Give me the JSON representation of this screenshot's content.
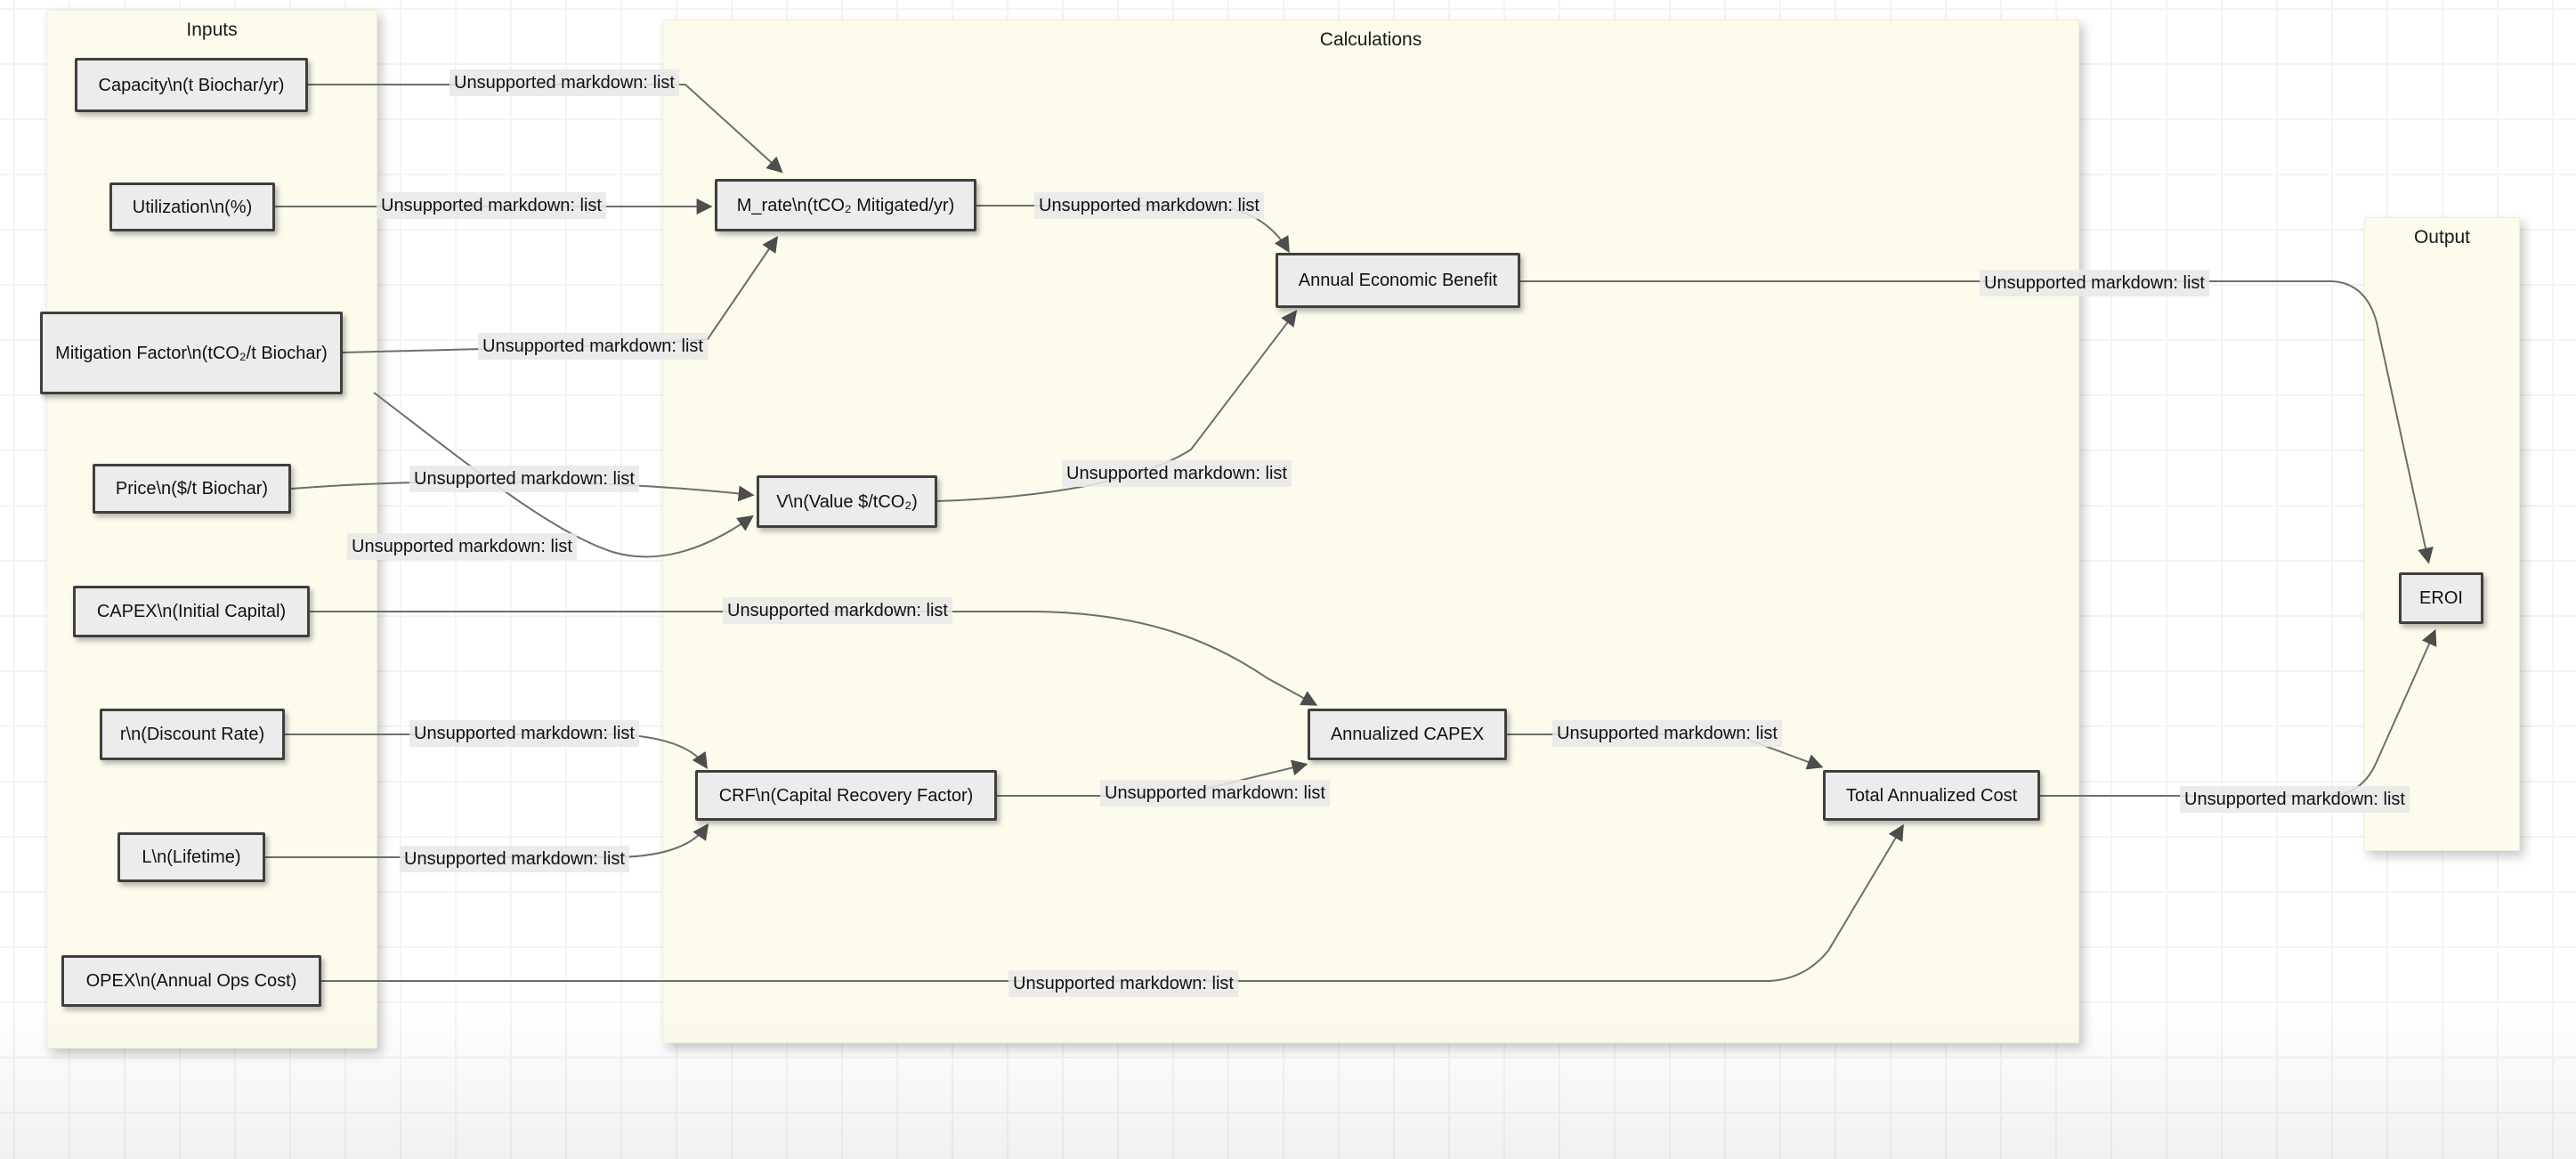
{
  "diagram": {
    "groups": [
      {
        "id": "inputs",
        "title": "Inputs"
      },
      {
        "id": "calculations",
        "title": "Calculations"
      },
      {
        "id": "output",
        "title": "Output"
      }
    ],
    "nodes": [
      {
        "id": "capacity",
        "group": "inputs",
        "label": "Capacity\\n(t Biochar/yr)"
      },
      {
        "id": "utilization",
        "group": "inputs",
        "label": "Utilization\\n(%)"
      },
      {
        "id": "mitigation_factor",
        "group": "inputs",
        "label": "Mitigation Factor\\n(tCO₂/t Biochar)"
      },
      {
        "id": "price",
        "group": "inputs",
        "label": "Price\\n($/t Biochar)"
      },
      {
        "id": "capex",
        "group": "inputs",
        "label": "CAPEX\\n(Initial Capital)"
      },
      {
        "id": "discount_rate",
        "group": "inputs",
        "label": "r\\n(Discount Rate)"
      },
      {
        "id": "lifetime",
        "group": "inputs",
        "label": "L\\n(Lifetime)"
      },
      {
        "id": "opex",
        "group": "inputs",
        "label": "OPEX\\n(Annual Ops Cost)"
      },
      {
        "id": "m_rate",
        "group": "calculations",
        "label": "M_rate\\n(tCO₂ Mitigated/yr)"
      },
      {
        "id": "annual_economic_benefit",
        "group": "calculations",
        "label": "Annual Economic Benefit"
      },
      {
        "id": "value",
        "group": "calculations",
        "label": "V\\n(Value $/tCO₂)"
      },
      {
        "id": "annualized_capex",
        "group": "calculations",
        "label": "Annualized CAPEX"
      },
      {
        "id": "crf",
        "group": "calculations",
        "label": "CRF\\n(Capital Recovery Factor)"
      },
      {
        "id": "total_annualized_cost",
        "group": "calculations",
        "label": "Total Annualized Cost"
      },
      {
        "id": "eroi",
        "group": "output",
        "label": "EROI"
      }
    ],
    "edges": [
      {
        "from": "capacity",
        "to": "m_rate",
        "label": "Unsupported markdown: list"
      },
      {
        "from": "utilization",
        "to": "m_rate",
        "label": "Unsupported markdown: list"
      },
      {
        "from": "mitigation_factor",
        "to": "m_rate",
        "label": "Unsupported markdown: list"
      },
      {
        "from": "price",
        "to": "value",
        "label": "Unsupported markdown: list"
      },
      {
        "from": "mitigation_factor",
        "to": "value",
        "label": "Unsupported markdown: list"
      },
      {
        "from": "m_rate",
        "to": "annual_economic_benefit",
        "label": "Unsupported markdown: list"
      },
      {
        "from": "value",
        "to": "annual_economic_benefit",
        "label": "Unsupported markdown: list"
      },
      {
        "from": "capex",
        "to": "annualized_capex",
        "label": "Unsupported markdown: list"
      },
      {
        "from": "discount_rate",
        "to": "crf",
        "label": "Unsupported markdown: list"
      },
      {
        "from": "lifetime",
        "to": "crf",
        "label": "Unsupported markdown: list"
      },
      {
        "from": "crf",
        "to": "annualized_capex",
        "label": "Unsupported markdown: list"
      },
      {
        "from": "annualized_capex",
        "to": "total_annualized_cost",
        "label": "Unsupported markdown: list"
      },
      {
        "from": "opex",
        "to": "total_annualized_cost",
        "label": "Unsupported markdown: list"
      },
      {
        "from": "annual_economic_benefit",
        "to": "eroi",
        "label": "Unsupported markdown: list"
      },
      {
        "from": "total_annualized_cost",
        "to": "eroi",
        "label": "Unsupported markdown: list"
      }
    ],
    "colors": {
      "cluster_fill": "#fcfbec",
      "node_fill": "#ececec",
      "node_border": "#3f3f3f",
      "edge": "#6e6e6e",
      "arrowhead": "#4d4d4d",
      "label_bg": "rgba(232,232,232,0.88)",
      "grid": "#f4f4f4"
    }
  }
}
